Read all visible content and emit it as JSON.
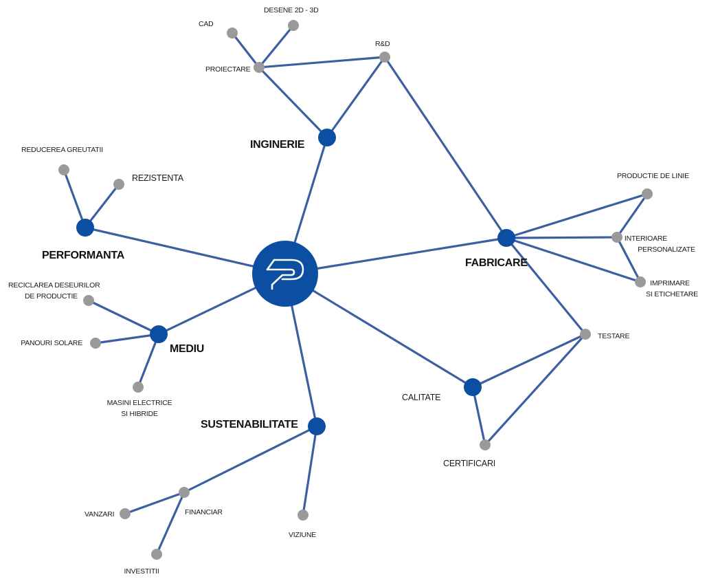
{
  "colors": {
    "hub": "#0b4ea2",
    "leaf": "#9a9a9a",
    "edge": "#3b5fa0",
    "logo": "#ffffff"
  },
  "center": {
    "icon": "company-logo-icon"
  },
  "hubs": {
    "inginerie": "INGINERIE",
    "performanta": "PERFORMANTA",
    "fabricare": "FABRICARE",
    "mediu": "MEDIU",
    "sustenabilitate": "SUSTENABILITATE",
    "calitate": "CALITATE"
  },
  "leaves": {
    "cad": "CAD",
    "desene": "DESENE 2D - 3D",
    "proiectare": "PROIECTARE",
    "rd": "R&D",
    "reducerea": "REDUCEREA GREUTATII",
    "rezistenta": "REZISTENTA",
    "productie_linie": "PRODUCTIE DE LINIE",
    "interioare_1": "INTERIOARE",
    "interioare_2": "PERSONALIZATE",
    "imprimare_1": "IMPRIMARE",
    "imprimare_2": "SI ETICHETARE",
    "reciclarea_1": "RECICLAREA DESEURILOR",
    "reciclarea_2": "DE PRODUCTIE",
    "panouri": "PANOURI SOLARE",
    "masini_1": "MASINI ELECTRICE",
    "masini_2": "SI HIBRIDE",
    "testare": "TESTARE",
    "certificari": "CERTIFICARI",
    "financiar": "FINANCIAR",
    "vanzari": "VANZARI",
    "viziune": "VIZIUNE",
    "investitii": "INVESTITII"
  }
}
